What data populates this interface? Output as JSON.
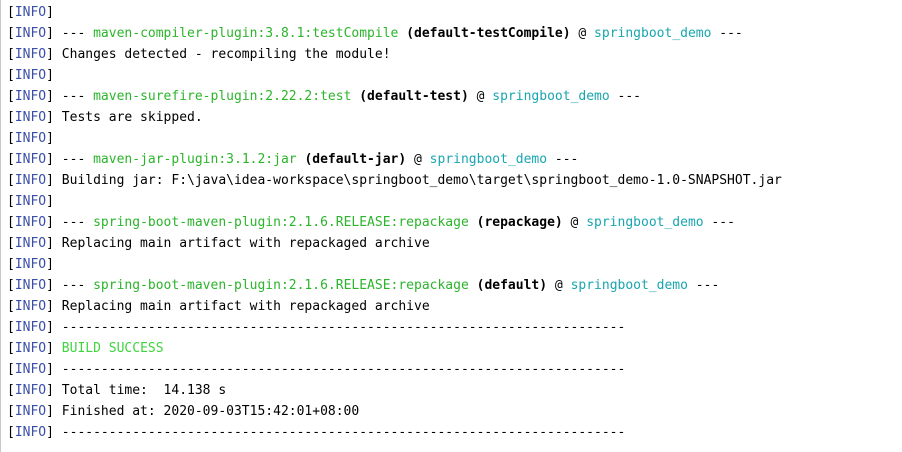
{
  "level_tag": "INFO",
  "lines": [
    {
      "type": "empty"
    },
    {
      "type": "mojo",
      "plugin": "maven-compiler-plugin:3.8.1:testCompile",
      "execution": "(default-testCompile)",
      "project": "springboot_demo"
    },
    {
      "type": "text",
      "text": "Changes detected - recompiling the module!"
    },
    {
      "type": "empty"
    },
    {
      "type": "mojo",
      "plugin": "maven-surefire-plugin:2.22.2:test",
      "execution": "(default-test)",
      "project": "springboot_demo"
    },
    {
      "type": "text",
      "text": "Tests are skipped."
    },
    {
      "type": "empty"
    },
    {
      "type": "mojo",
      "plugin": "maven-jar-plugin:3.1.2:jar",
      "execution": "(default-jar)",
      "project": "springboot_demo"
    },
    {
      "type": "text",
      "text": "Building jar: F:\\java\\idea-workspace\\springboot_demo\\target\\springboot_demo-1.0-SNAPSHOT.jar"
    },
    {
      "type": "empty"
    },
    {
      "type": "mojo",
      "plugin": "spring-boot-maven-plugin:2.1.6.RELEASE:repackage",
      "execution": "(repackage)",
      "project": "springboot_demo"
    },
    {
      "type": "text",
      "text": "Replacing main artifact with repackaged archive"
    },
    {
      "type": "empty"
    },
    {
      "type": "mojo",
      "plugin": "spring-boot-maven-plugin:2.1.6.RELEASE:repackage",
      "execution": "(default)",
      "project": "springboot_demo"
    },
    {
      "type": "text",
      "text": "Replacing main artifact with repackaged archive"
    },
    {
      "type": "text",
      "text": "------------------------------------------------------------------------"
    },
    {
      "type": "success",
      "text": "BUILD SUCCESS"
    },
    {
      "type": "text",
      "text": "------------------------------------------------------------------------"
    },
    {
      "type": "text",
      "text": "Total time:  14.138 s"
    },
    {
      "type": "text",
      "text": "Finished at: 2020-09-03T15:42:01+08:00"
    },
    {
      "type": "text",
      "text": "------------------------------------------------------------------------"
    }
  ],
  "colors": {
    "level_tag": "#3a4ea8",
    "plugin": "#2bb52b",
    "project": "#19a6b0",
    "success": "#3fd43f"
  }
}
